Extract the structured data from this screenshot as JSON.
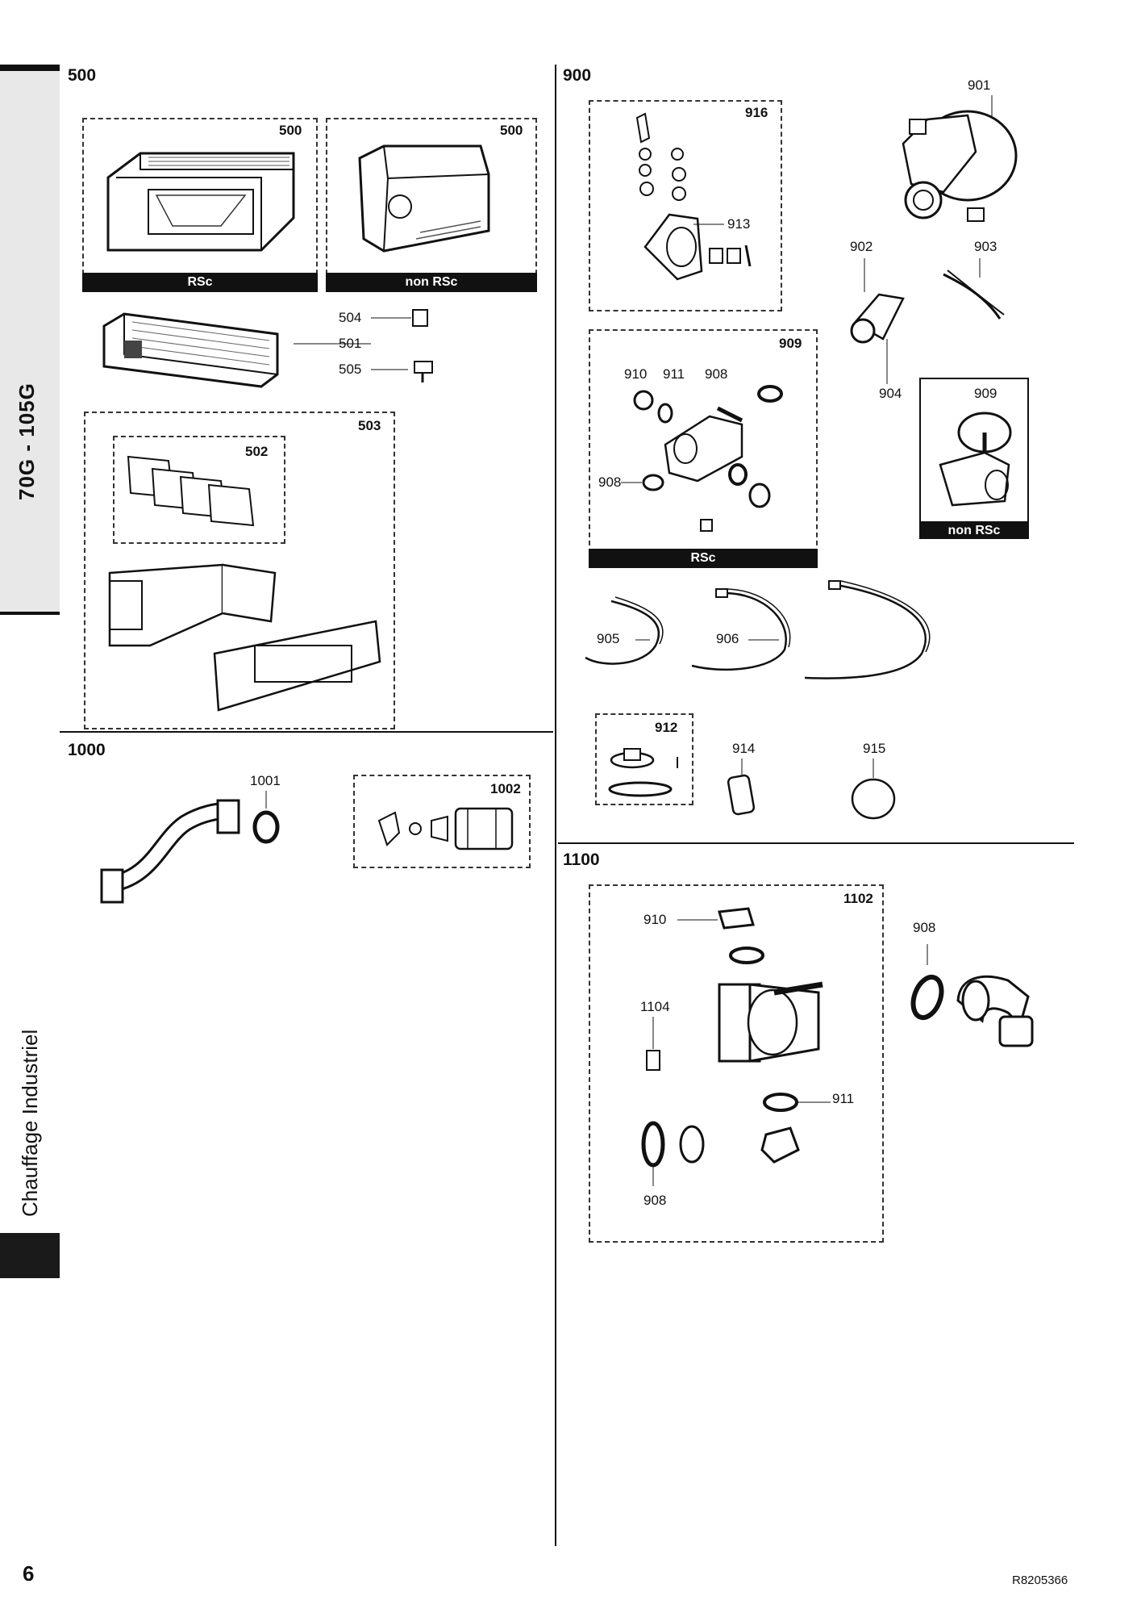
{
  "sidebar": {
    "model": "70G - 105G",
    "title": "Chauffage Industriel"
  },
  "sections": {
    "s500": {
      "label": "500",
      "box_left": "500",
      "box_right": "500",
      "bar_left": "RSc",
      "bar_right": "non RSc",
      "callouts": [
        "504",
        "501",
        "505"
      ],
      "box_503": "503",
      "box_502": "502"
    },
    "s1000": {
      "label": "1000",
      "callout_1001": "1001",
      "box_1002": "1002"
    },
    "s900": {
      "label": "900",
      "box_916": "916",
      "callout_913": "913",
      "callout_901": "901",
      "callout_902": "902",
      "callout_903": "903",
      "callout_904": "904",
      "box_909": "909",
      "c910": "910",
      "c911": "911",
      "c908a": "908",
      "c908b": "908",
      "bar_rsc": "RSc",
      "box_909b": "909",
      "bar_nonrsc": "non RSc",
      "c905": "905",
      "c906": "906",
      "box_912": "912",
      "c914": "914",
      "c915": "915"
    },
    "s1100": {
      "label": "1100",
      "box_1102": "1102",
      "c910": "910",
      "c908_top": "908",
      "c1104": "1104",
      "c911": "911",
      "c908_bottom": "908"
    }
  },
  "footer": {
    "page_number": "6",
    "doc_ref": "R8205366"
  }
}
